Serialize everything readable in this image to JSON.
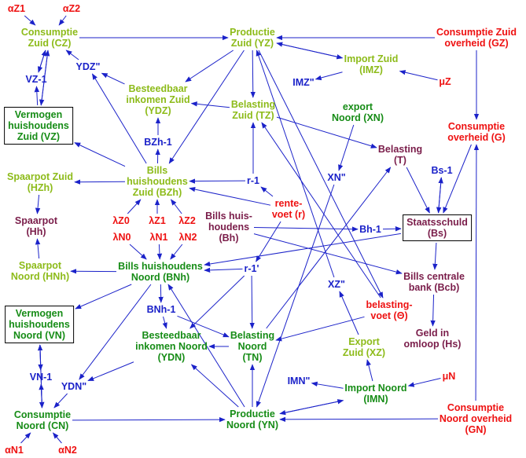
{
  "nodes": {
    "aZ1": {
      "lines": [
        "αZ1"
      ],
      "color": "red"
    },
    "aZ2": {
      "lines": [
        "αZ2"
      ],
      "color": "red"
    },
    "CZ": {
      "lines": [
        "Consumptie",
        "Zuid (CZ)"
      ],
      "color": "light-green"
    },
    "YZ": {
      "lines": [
        "Productie",
        "Zuid (YZ)"
      ],
      "color": "light-green"
    },
    "GZ": {
      "lines": [
        "Consumptie Zuid",
        "overheid (GZ)"
      ],
      "color": "red"
    },
    "YDZq": {
      "lines": [
        "YDZ\""
      ],
      "color": "blue"
    },
    "VZ1": {
      "lines": [
        "VZ-1"
      ],
      "color": "blue"
    },
    "IMZ": {
      "lines": [
        "Import Zuid",
        "(IMZ)"
      ],
      "color": "light-green"
    },
    "IMZq": {
      "lines": [
        "IMZ\""
      ],
      "color": "blue"
    },
    "muZ": {
      "lines": [
        "μZ"
      ],
      "color": "red"
    },
    "YDZ": {
      "lines": [
        "Besteedbaar",
        "inkomen Zuid",
        "(YDZ)"
      ],
      "color": "light-green"
    },
    "TZ": {
      "lines": [
        "Belasting",
        "Zuid (TZ)"
      ],
      "color": "light-green"
    },
    "XN": {
      "lines": [
        "export",
        "Noord (XN)"
      ],
      "color": "dark-green"
    },
    "G": {
      "lines": [
        "Consumptie",
        "overheid (G)"
      ],
      "color": "red"
    },
    "VZ": {
      "lines": [
        "Vermogen",
        "huishoudens",
        "Zuid (VZ)"
      ],
      "color": "dark-green",
      "boxed": true
    },
    "BZh1": {
      "lines": [
        "BZh-1"
      ],
      "color": "blue"
    },
    "T": {
      "lines": [
        "Belasting",
        "(T)"
      ],
      "color": "maroon"
    },
    "BZh": {
      "lines": [
        "Bills",
        "huishoudens",
        "Zuid (BZh)"
      ],
      "color": "light-green"
    },
    "HZh": {
      "lines": [
        "Spaarpot Zuid",
        "(HZh)"
      ],
      "color": "light-green"
    },
    "XNq": {
      "lines": [
        "XN\""
      ],
      "color": "blue"
    },
    "r1": {
      "lines": [
        "r-1"
      ],
      "color": "blue"
    },
    "Bs1": {
      "lines": [
        "Bs-1"
      ],
      "color": "blue"
    },
    "r": {
      "lines": [
        "rente-",
        "voet (r)"
      ],
      "color": "red"
    },
    "Hh": {
      "lines": [
        "Spaarpot",
        "(Hh)"
      ],
      "color": "maroon"
    },
    "lZ0": {
      "lines": [
        "λZ0"
      ],
      "color": "red"
    },
    "lZ1": {
      "lines": [
        "λZ1"
      ],
      "color": "red"
    },
    "lZ2": {
      "lines": [
        "λZ2"
      ],
      "color": "red"
    },
    "Bh": {
      "lines": [
        "Bills huis-",
        "houdens",
        "(Bh)"
      ],
      "color": "maroon"
    },
    "Bs": {
      "lines": [
        "Staatsschuld",
        "(Bs)"
      ],
      "color": "maroon",
      "boxed": true
    },
    "Bh1": {
      "lines": [
        "Bh-1"
      ],
      "color": "blue"
    },
    "lN0": {
      "lines": [
        "λN0"
      ],
      "color": "red"
    },
    "lN1": {
      "lines": [
        "λN1"
      ],
      "color": "red"
    },
    "lN2": {
      "lines": [
        "λN2"
      ],
      "color": "red"
    },
    "HNh": {
      "lines": [
        "Spaarpot",
        "Noord (HNh)"
      ],
      "color": "light-green"
    },
    "BNh": {
      "lines": [
        "Bills huishoudens",
        "Noord (BNh)"
      ],
      "color": "dark-green"
    },
    "r1q": {
      "lines": [
        "r-1'"
      ],
      "color": "blue"
    },
    "Bcb": {
      "lines": [
        "Bills centrale",
        "bank (Bcb)"
      ],
      "color": "maroon"
    },
    "XZq": {
      "lines": [
        "XZ\""
      ],
      "color": "blue"
    },
    "theta": {
      "lines": [
        "belasting-",
        "voet (Θ)"
      ],
      "color": "red"
    },
    "VN": {
      "lines": [
        "Vermogen",
        "huishoudens",
        "Noord (VN)"
      ],
      "color": "dark-green",
      "boxed": true
    },
    "BNh1": {
      "lines": [
        "BNh-1"
      ],
      "color": "blue"
    },
    "YDN": {
      "lines": [
        "Besteedbaar",
        "inkomen Noord",
        "(YDN)"
      ],
      "color": "dark-green"
    },
    "TN": {
      "lines": [
        "Belasting",
        "Noord",
        "(TN)"
      ],
      "color": "dark-green"
    },
    "XZ": {
      "lines": [
        "Export",
        "Zuid (XZ)"
      ],
      "color": "light-green"
    },
    "Hs": {
      "lines": [
        "Geld in",
        "omloop (Hs)"
      ],
      "color": "maroon"
    },
    "VN1": {
      "lines": [
        "VN-1"
      ],
      "color": "blue"
    },
    "YDNq": {
      "lines": [
        "YDN\""
      ],
      "color": "blue"
    },
    "IMNq": {
      "lines": [
        "IMN\""
      ],
      "color": "blue"
    },
    "muN": {
      "lines": [
        "μN"
      ],
      "color": "red"
    },
    "IMN": {
      "lines": [
        "Import Noord",
        "(IMN)"
      ],
      "color": "dark-green"
    },
    "CN": {
      "lines": [
        "Consumptie",
        "Noord (CN)"
      ],
      "color": "dark-green"
    },
    "YN": {
      "lines": [
        "Productie",
        "Noord (YN)"
      ],
      "color": "dark-green"
    },
    "GN": {
      "lines": [
        "Consumptie",
        "Noord overheid",
        "(GN)"
      ],
      "color": "red"
    },
    "aN1": {
      "lines": [
        "αN1"
      ],
      "color": "red"
    },
    "aN2": {
      "lines": [
        "αN2"
      ],
      "color": "red"
    }
  },
  "edges": [
    [
      "aZ1",
      "CZ"
    ],
    [
      "aZ2",
      "CZ"
    ],
    [
      "CZ",
      "YZ"
    ],
    [
      "GZ",
      "YZ"
    ],
    [
      "GZ",
      "G"
    ],
    [
      "YZ",
      "IMZ"
    ],
    [
      "IMZ",
      "YZ"
    ],
    [
      "IMZ",
      "IMZq"
    ],
    [
      "muZ",
      "IMZ"
    ],
    [
      "YZ",
      "YDZ"
    ],
    [
      "YZ",
      "TZ"
    ],
    [
      "YZ",
      "BZh"
    ],
    [
      "YZ",
      "theta"
    ],
    [
      "YDZq",
      "CZ"
    ],
    [
      "VZ1",
      "CZ"
    ],
    [
      "CZ",
      "VZ"
    ],
    [
      "VZ",
      "VZ1"
    ],
    [
      "CZ",
      "VZ1"
    ],
    [
      "YDZ",
      "YDZq"
    ],
    [
      "VZ",
      "CZ"
    ],
    [
      "TZ",
      "YDZ"
    ],
    [
      "TZ",
      "T"
    ],
    [
      "XN",
      "XNq"
    ],
    [
      "XNq",
      "YN"
    ],
    [
      "BZh1",
      "YDZ"
    ],
    [
      "BZh",
      "BZh1"
    ],
    [
      "BZh",
      "HZh"
    ],
    [
      "BZh",
      "VZ"
    ],
    [
      "BZh",
      "YDZq"
    ],
    [
      "r1",
      "BZh"
    ],
    [
      "r1",
      "TZ"
    ],
    [
      "r",
      "r1"
    ],
    [
      "r",
      "BZh"
    ],
    [
      "r",
      "r1q"
    ],
    [
      "HZh",
      "Hh"
    ],
    [
      "HNh",
      "Hh"
    ],
    [
      "lZ0",
      "BZh"
    ],
    [
      "lZ1",
      "BZh"
    ],
    [
      "lZ2",
      "BZh"
    ],
    [
      "Bh",
      "Bcb"
    ],
    [
      "Bh",
      "Bh1"
    ],
    [
      "Bh1",
      "Bs"
    ],
    [
      "T",
      "Bs"
    ],
    [
      "G",
      "Bs"
    ],
    [
      "Bs1",
      "Bs"
    ],
    [
      "Bs",
      "Bs1"
    ],
    [
      "Bs",
      "Bcb"
    ],
    [
      "Bcb",
      "Hs"
    ],
    [
      "lN0",
      "BNh"
    ],
    [
      "lN1",
      "BNh"
    ],
    [
      "lN2",
      "BNh"
    ],
    [
      "BNh",
      "HNh"
    ],
    [
      "BNh",
      "BNh1"
    ],
    [
      "BNh",
      "VN"
    ],
    [
      "BNh",
      "YDNq"
    ],
    [
      "Bs",
      "BNh"
    ],
    [
      "r1q",
      "BNh"
    ],
    [
      "r1q",
      "TN"
    ],
    [
      "r1q",
      "YDN"
    ],
    [
      "theta",
      "TZ"
    ],
    [
      "theta",
      "TN"
    ],
    [
      "BNh1",
      "YDN"
    ],
    [
      "BNh1",
      "TN"
    ],
    [
      "TN",
      "YDN"
    ],
    [
      "TN",
      "T"
    ],
    [
      "YN",
      "YDN"
    ],
    [
      "YN",
      "TN"
    ],
    [
      "YN",
      "BNh"
    ],
    [
      "YN",
      "IMN"
    ],
    [
      "IMN",
      "YN"
    ],
    [
      "IMN",
      "IMNq"
    ],
    [
      "IMN",
      "XZ"
    ],
    [
      "XZ",
      "XZq"
    ],
    [
      "XZq",
      "YZ"
    ],
    [
      "muN",
      "IMN"
    ],
    [
      "CN",
      "YN"
    ],
    [
      "GN",
      "YN"
    ],
    [
      "GN",
      "G"
    ],
    [
      "VN",
      "VN1"
    ],
    [
      "CN",
      "VN"
    ],
    [
      "CN",
      "VN1"
    ],
    [
      "VN",
      "CN"
    ],
    [
      "VN1",
      "CN"
    ],
    [
      "YDN",
      "YDNq"
    ],
    [
      "YDNq",
      "CN"
    ],
    [
      "aN1",
      "CN"
    ],
    [
      "aN2",
      "CN"
    ]
  ]
}
